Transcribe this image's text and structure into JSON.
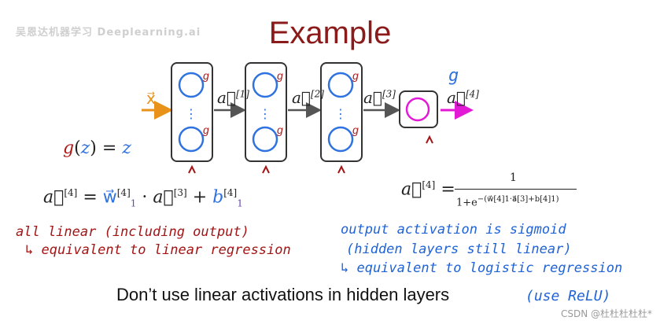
{
  "watermark_logo": "吴恩达机器学习 Deeplearning.ai",
  "title": "Example",
  "input_label": "x⃗",
  "g_label": "g",
  "activations": [
    {
      "base": "a⃗",
      "sup": "[1]"
    },
    {
      "base": "a⃗",
      "sup": "[2]"
    },
    {
      "base": "a⃗",
      "sup": "[3]"
    },
    {
      "base": "a⃗",
      "sup": "[4]"
    }
  ],
  "gz": {
    "g": "g",
    "open": "(",
    "z": "z",
    "close": ")",
    "eq": " = ",
    "rhs": "z"
  },
  "linear_eq": {
    "lhs": "a⃗",
    "lhs_sup": "[4]",
    "eq": " = ",
    "w": "w⃗",
    "w_sup": "[4]",
    "w_sub": "1",
    "dot": " · ",
    "a": "a⃗",
    "a_sup": "[3]",
    "plus": " + ",
    "b": "b",
    "b_sup": "[4]",
    "b_sub": "1"
  },
  "sigmoid_eq": {
    "lhs": "a⃗",
    "lhs_sup": "[4]",
    "eq": " = ",
    "num": "1",
    "den_prefix": "1+e",
    "exp": "−(w⃗[4]1·a⃗[3]+b[4]1)"
  },
  "notes_red": [
    "all linear (including output)",
    "↳ equivalent to linear regression"
  ],
  "notes_blue": [
    "output activation is sigmoid",
    "(hidden layers still linear)",
    "↳ equivalent to logistic regression"
  ],
  "bottom_text": "Don’t use linear activations in hidden layers",
  "bottom_note": "(use ReLU)",
  "footer": "CSDN @杜杜杜杜杜*",
  "colors": {
    "title": "#8b1a1a",
    "neuron": "#2f72e0",
    "output_neuron": "#e21ad6",
    "arrow_input": "#e8921a",
    "hand_red": "#a31515",
    "hand_blue": "#1f63d6"
  }
}
